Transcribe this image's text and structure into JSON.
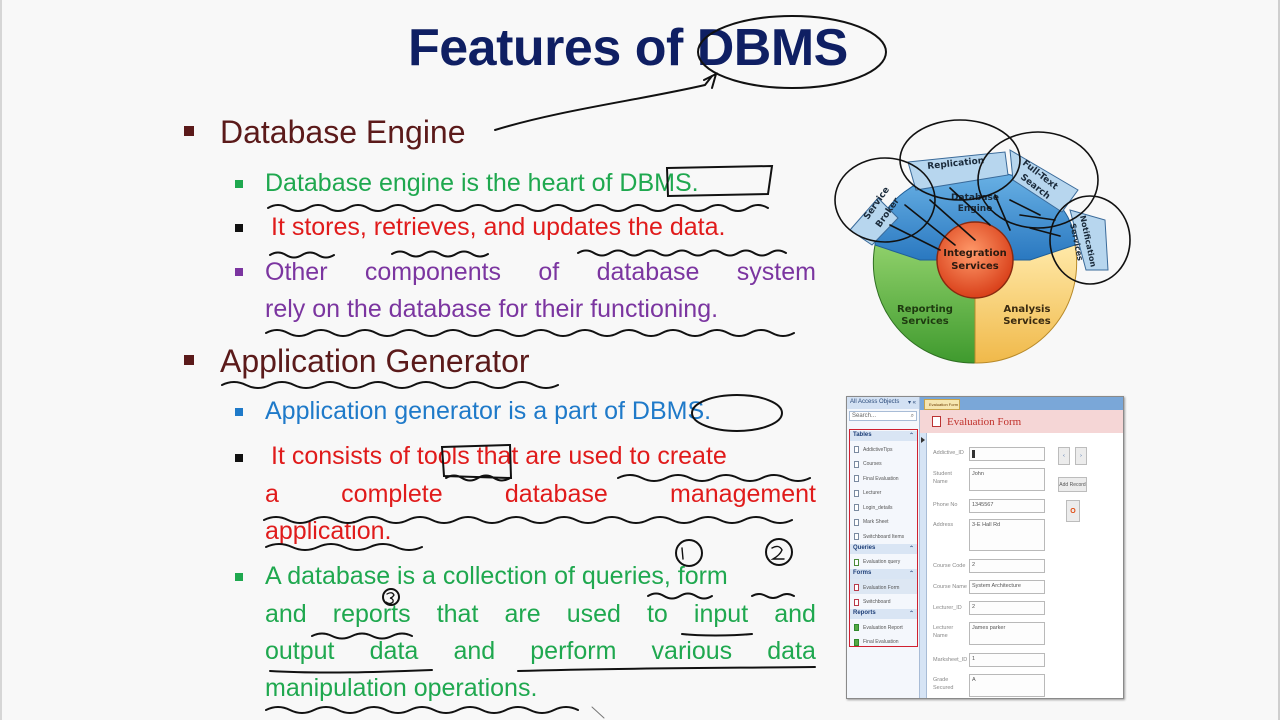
{
  "slide": {
    "title_prefix": "Features of",
    "title_highlight": "DBMS",
    "sections": [
      {
        "heading": "Database Engine",
        "points": [
          {
            "text_a": "Database engine is the heart of",
            "text_b": "DBMS.",
            "color": "#1fa84f",
            "bullet_color": "#1fa84f"
          },
          {
            "text": "It stores, retrieves, and updates the data.",
            "color": "#e01b1b",
            "bullet_color": "#111111"
          },
          {
            "line1_words": [
              "Other",
              "components",
              "of",
              "database",
              "system"
            ],
            "line2": "rely on the database for their functioning.",
            "color": "#7b35a0",
            "bullet_color": "#7b35a0"
          }
        ]
      },
      {
        "heading": "Application Generator",
        "points": [
          {
            "text_a": "Application generator is a part of",
            "text_b": "DBMS.",
            "color": "#1f7ac9",
            "bullet_color": "#1f7ac9"
          },
          {
            "line1": "It consists of tools that are used to create",
            "line2_words": [
              "a",
              "complete",
              "database",
              "management"
            ],
            "line3": "application.",
            "color": "#e01b1b",
            "bullet_color": "#111111"
          },
          {
            "line1": "A database is a collection of queries, form",
            "line2_words": [
              "and",
              "reports",
              "that",
              "are",
              "used",
              "to",
              "input",
              "and"
            ],
            "line3_words": [
              "output",
              "data",
              "and",
              "perform",
              "various",
              "data"
            ],
            "line4": "manipulation operations.",
            "color": "#1fa84f",
            "bullet_color": "#1fa84f"
          }
        ]
      }
    ],
    "annotations": {
      "circle_1": "1",
      "circle_2": "2",
      "circle_3": "3"
    }
  },
  "diagram": {
    "outer_segments": [
      "Service Broker",
      "Replication",
      "Full-Text Search",
      "Notification Services"
    ],
    "core": "Database Engine",
    "center": "Integration Services",
    "bottom_left": "Reporting Services",
    "bottom_right": "Analysis Services",
    "colors": {
      "engine": "#3a8ccf",
      "outer": "#b7d6ee",
      "center": "#e8582e",
      "reporting": "#5fae3e",
      "analysis": "#f1c86a"
    }
  },
  "access_app": {
    "nav_header": "All Access Objects",
    "search_placeholder": "Search...",
    "groups": [
      {
        "name": "Tables",
        "items": [
          "AddictiveTips",
          "Courses",
          "Final Evaluation",
          "Lecturer",
          "Login_details",
          "Mark Sheet",
          "Switchboard Items"
        ]
      },
      {
        "name": "Queries",
        "items": [
          "Evaluation query"
        ]
      },
      {
        "name": "Forms",
        "items": [
          "Evaluation Form",
          "Switchboard"
        ]
      },
      {
        "name": "Reports",
        "items": [
          "Evaluation Report",
          "Final Evaluation"
        ]
      }
    ],
    "tab_label": "Evaluation Form",
    "form_title": "Evaluation Form",
    "fields": [
      {
        "label": "Addictive_ID",
        "value": ""
      },
      {
        "label": "Student Name",
        "value": "John"
      },
      {
        "label": "Phone No",
        "value": "1345567"
      },
      {
        "label": "Address",
        "value": "3-E Hall Rd"
      },
      {
        "label": "Course Code",
        "value": "2"
      },
      {
        "label": "Course Name",
        "value": "System Architecture"
      },
      {
        "label": "Lecturer_ID",
        "value": "2"
      },
      {
        "label": "Lecturer Name",
        "value": "James parker"
      },
      {
        "label": "Marksheet_ID",
        "value": "1"
      },
      {
        "label": "Grade Secured",
        "value": "A"
      }
    ],
    "buttons": {
      "prev": "‹",
      "next": "›",
      "add_record": "Add Record",
      "close": "O"
    }
  }
}
